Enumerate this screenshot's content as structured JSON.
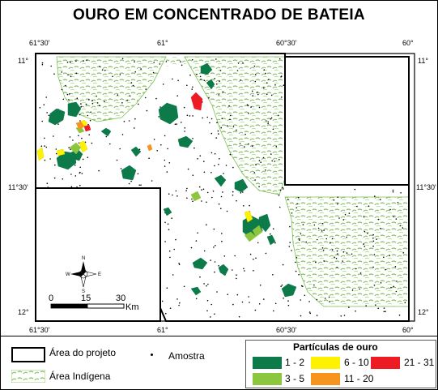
{
  "title": "OURO EM CONCENTRADO DE BATEIA",
  "coords": {
    "top": [
      "61°30'",
      "61°",
      "60°30'",
      "60°"
    ],
    "bottom": [
      "61°30'",
      "61°",
      "60°30'",
      "60°"
    ],
    "left": [
      "11°",
      "11°30'",
      "12°"
    ],
    "right": [
      "11°",
      "11°30'",
      "12°"
    ]
  },
  "scale": {
    "ticks": [
      "0",
      "15",
      "30"
    ],
    "unit": "Km"
  },
  "compass": {
    "n": "N",
    "s": "S",
    "e": "E",
    "w": "W"
  },
  "legend": {
    "project_area": "Área do projeto",
    "sample": "Amostra",
    "indigenous_area": "Área Indígena",
    "particles_title": "Partículas de ouro",
    "classes": [
      {
        "label": "1 - 2",
        "color": "#0d7a4a"
      },
      {
        "label": "3 - 5",
        "color": "#8cc63f"
      },
      {
        "label": "6 - 10",
        "color": "#fff200"
      },
      {
        "label": "11 - 20",
        "color": "#f7941d"
      },
      {
        "label": "21 - 31",
        "color": "#ed1c24"
      }
    ]
  },
  "colors": {
    "indigenous_hatch": "#7fbf5a"
  }
}
